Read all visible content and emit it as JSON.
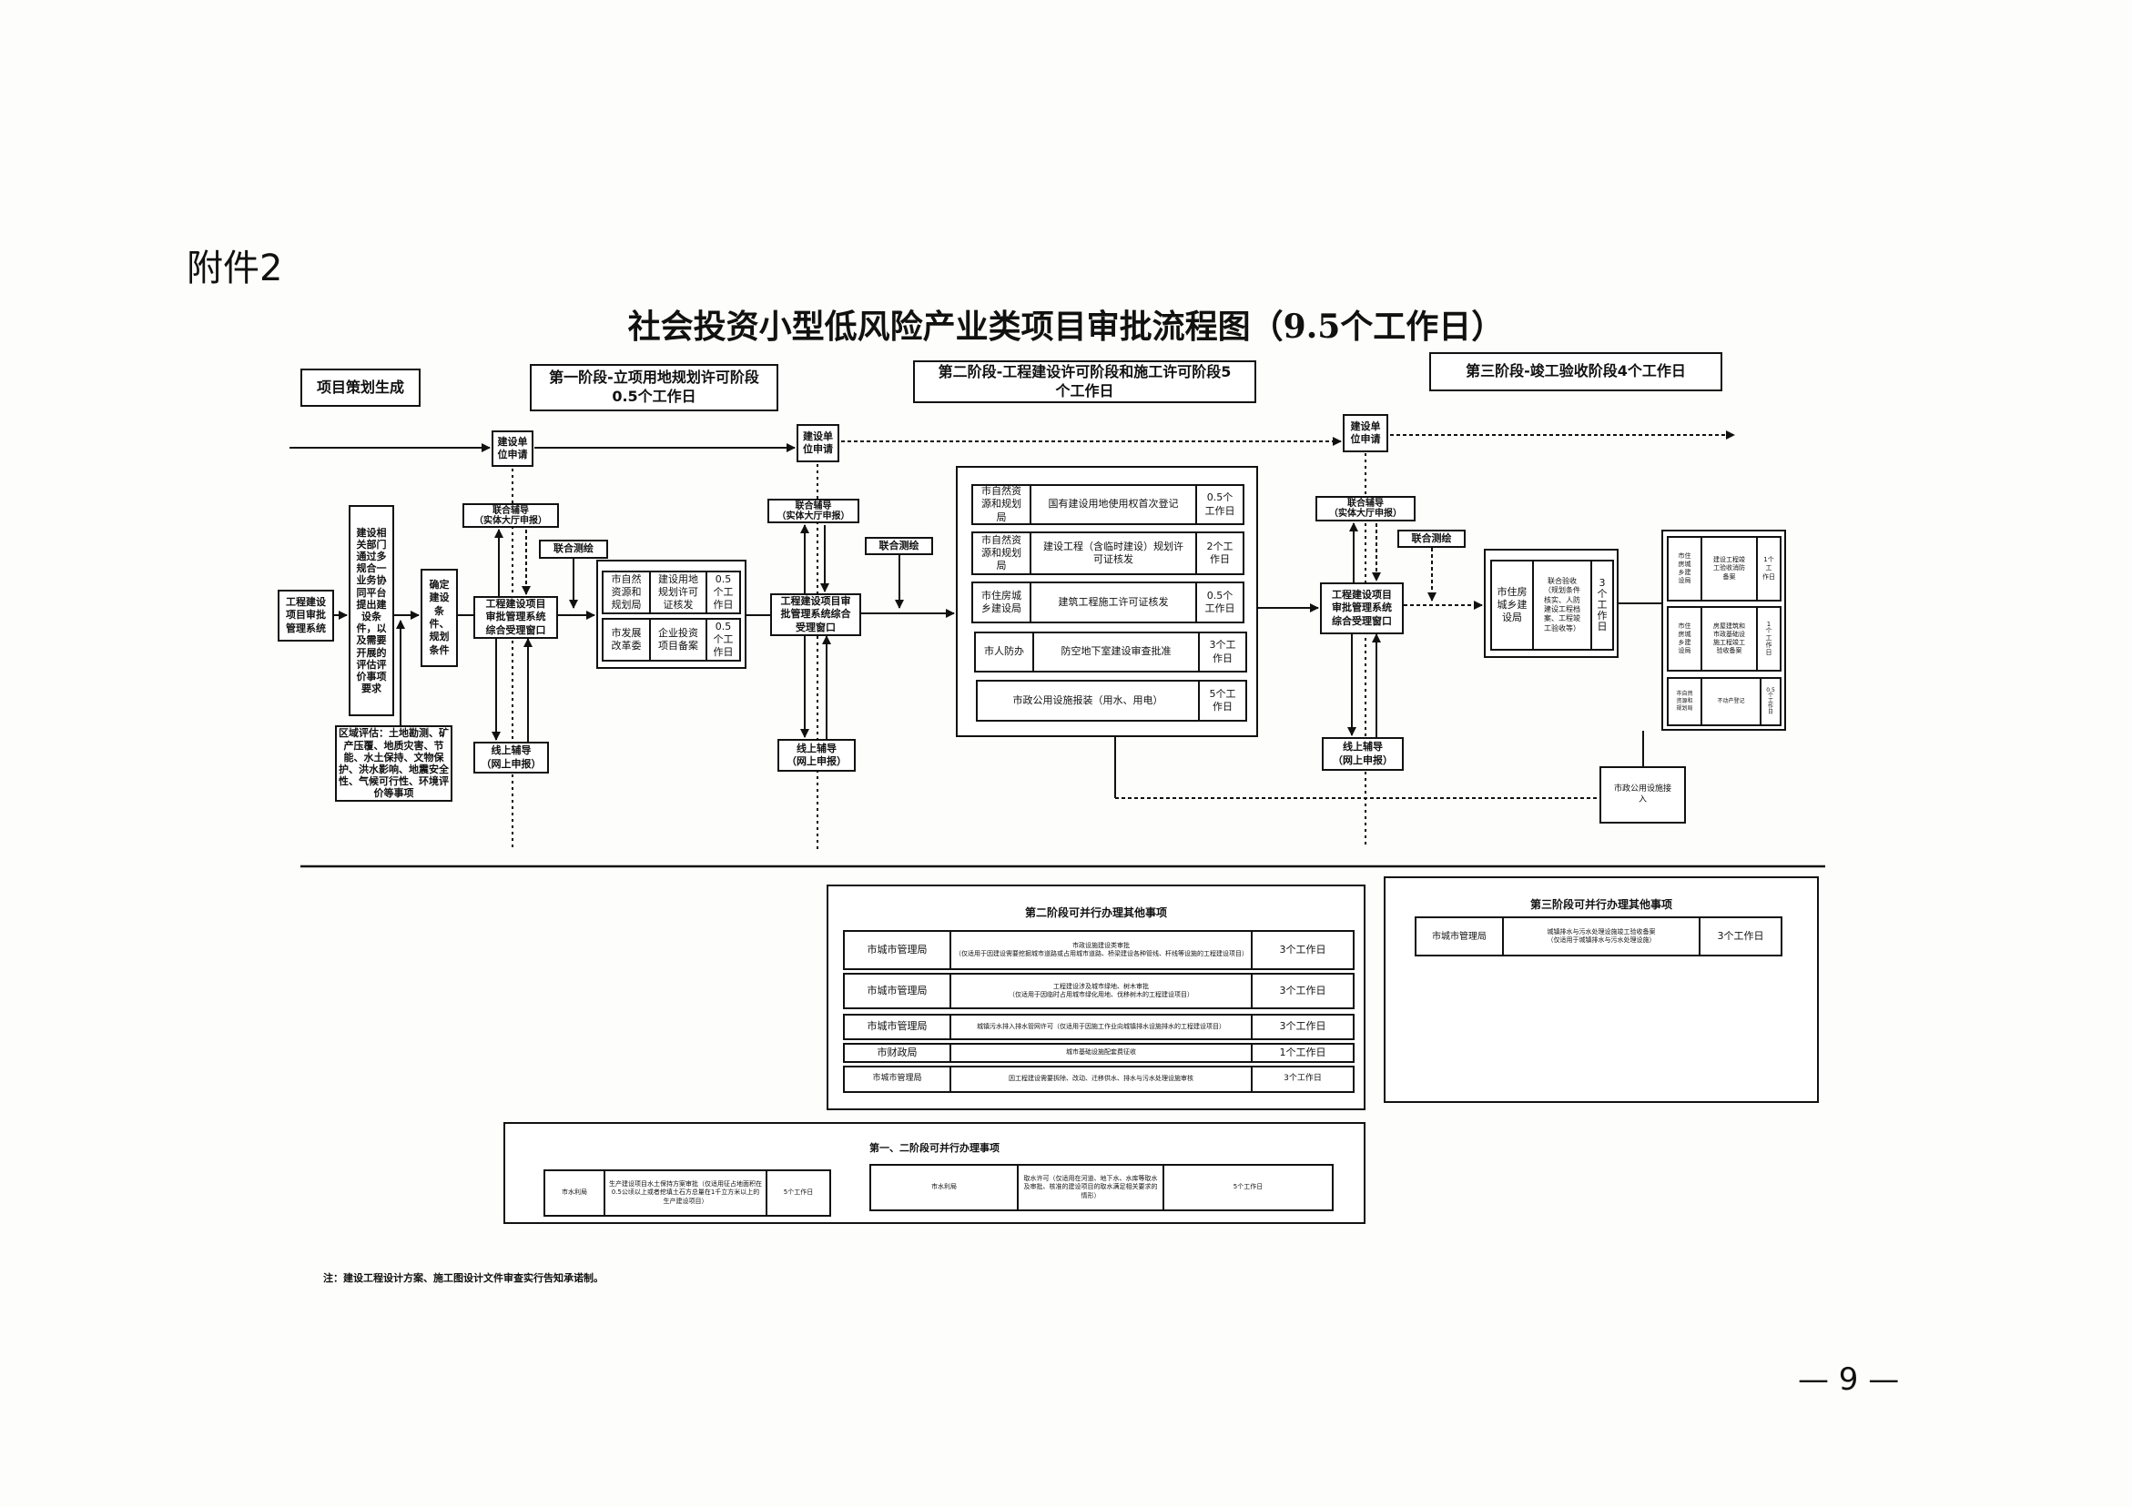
{
  "attachment_label": "附件2",
  "title": "社会投资小型低风险产业类项目审批流程图（9.5个工作日）",
  "stage_headers": {
    "planning": "项目策划生成",
    "stage1": "第一阶段-立项用地规划许可阶段\n0.5个工作日",
    "stage2": "第二阶段-工程建设许可阶段和施工许可阶段5\n个工作日",
    "stage3": "第三阶段-竣工验收阶段4个工作日"
  },
  "common": {
    "applicant": "建设单\n位申请",
    "offline_guidance": "联合辅导\n（实体大厅申报）",
    "joint_survey": "联合测绘",
    "online_guidance": "线上辅导\n（网上申报）"
  },
  "planning_flow": {
    "system": "工程建设\n项目审批\n管理系统",
    "departments": "建设相\n关部门\n通过多\n规合一\n业务协\n同平台\n提出建\n设条\n件，以\n及需要\n开展的\n评估评\n价事项\n要求",
    "conditions": "确定\n建设\n条\n件、\n规划\n条件",
    "regional_assessment": "区域评估：土地勘测、矿产压覆、地质灾害、节能、水土保持、文物保护、洪水影响、地震安全性、气候可行性、环境评价等事项"
  },
  "stage1": {
    "window": "工程建设项目\n审批管理系统\n综合受理窗口",
    "items": [
      {
        "dept": "市自然\n资源和\n规划局",
        "item": "建设用地\n规划许可\n证核发",
        "time": "0.5\n个工\n作日"
      },
      {
        "dept": "市发展\n改革委",
        "item": "企业投资\n项目备案",
        "time": "0.5\n个工\n作日"
      }
    ]
  },
  "stage2": {
    "window": "工程建设项目审\n批管理系统综合\n受理窗口",
    "items": [
      {
        "dept": "市自然资\n源和规划\n局",
        "item": "国有建设用地使用权首次登记",
        "time": "0.5个\n工作日"
      },
      {
        "dept": "市自然资\n源和规划\n局",
        "item": "建设工程（含临时建设）规划许\n可证核发",
        "time": "2个工\n作日"
      },
      {
        "dept": "市住房城\n乡建设局",
        "item": "建筑工程施工许可证核发",
        "time": "0.5个\n工作日"
      },
      {
        "dept": "市人防办",
        "item": "防空地下室建设审查批准",
        "time": "3个工\n作日"
      },
      {
        "item": "市政公用设施报装（用水、用电）",
        "time": "5个工\n作日"
      }
    ]
  },
  "stage3": {
    "window": "工程建设项目\n审批管理系统\n综合受理窗口",
    "joint_acceptance": {
      "dept": "市住房\n城乡建\n设局",
      "item": "联合验收\n（规划条件\n核实、人防\n建设工程档\n案、工程竣\n工验收等）",
      "time": "3\n个\n工\n作\n日"
    },
    "final_items": [
      {
        "dept": "市住\n房城\n乡建\n设局",
        "item": "建设工程竣\n工验收消防\n备案",
        "time": "1个\n工\n作日"
      },
      {
        "dept": "市住\n房城\n乡建\n设局",
        "item": "房屋建筑和\n市政基础设\n施工程竣工\n验收备案",
        "time": "1\n个\n工\n作\n日"
      },
      {
        "dept": "市自然\n资源和\n规划局",
        "item": "不动产登记",
        "time": "0.5\n个\n工\n作\n日"
      }
    ],
    "utility_connection": "市政公用设施接\n入"
  },
  "parallel_stage2": {
    "heading": "第二阶段可并行办理其他事项",
    "rows": [
      {
        "dept": "市城市管理局",
        "item": "市政设施建设类审批\n（仅适用于因建设需要挖掘城市道路或占用城市道路、桥梁建设各种管线、杆线等设施的工程建设项目）",
        "time": "3个工作日"
      },
      {
        "dept": "市城市管理局",
        "item": "工程建设涉及城市绿地、树木审批\n（仅适用于因临时占用城市绿化用地、伐移树木的工程建设项目）",
        "time": "3个工作日"
      },
      {
        "dept": "市城市管理局",
        "item": "城镇污水排入排水管网许可（仅适用于因施工作业向城镇排水设施排水的工程建设项目）",
        "time": "3个工作日"
      },
      {
        "dept": "市财政局",
        "item": "城市基础设施配套费征收",
        "time": "1个工作日"
      },
      {
        "dept": "市城市管理局",
        "item": "因工程建设需要拆除、改动、迁移供水、排水与污水处理设施审核",
        "time": "3个工作日"
      }
    ]
  },
  "parallel_stage3": {
    "heading": "第三阶段可并行办理其他事项",
    "rows": [
      {
        "dept": "市城市管理局",
        "item": "城镇排水与污水处理设施竣工验收备案\n（仅适用于城镇排水与污水处理设施）",
        "time": "3个工作日"
      }
    ]
  },
  "parallel_stage12": {
    "heading": "第一、二阶段可并行办理事项",
    "rows": [
      {
        "dept": "市水利局",
        "item": "生产建设项目水土保持方案审批（仅适用征占地面积在0.5公顷以上或者挖填土石方总量在1千立方米以上的生产建设项目）",
        "time": "5个工作日"
      },
      {
        "dept": "市水利局",
        "item": "取水许可（仅适用在河道、地下水、水库等取水及审批、核准的建设项目的取水满足相关要求的情形）",
        "time": "5个工作日"
      }
    ]
  },
  "note": "注：建设工程设计方案、施工图设计文件审查实行告知承诺制。",
  "page_number": "— 9 —"
}
